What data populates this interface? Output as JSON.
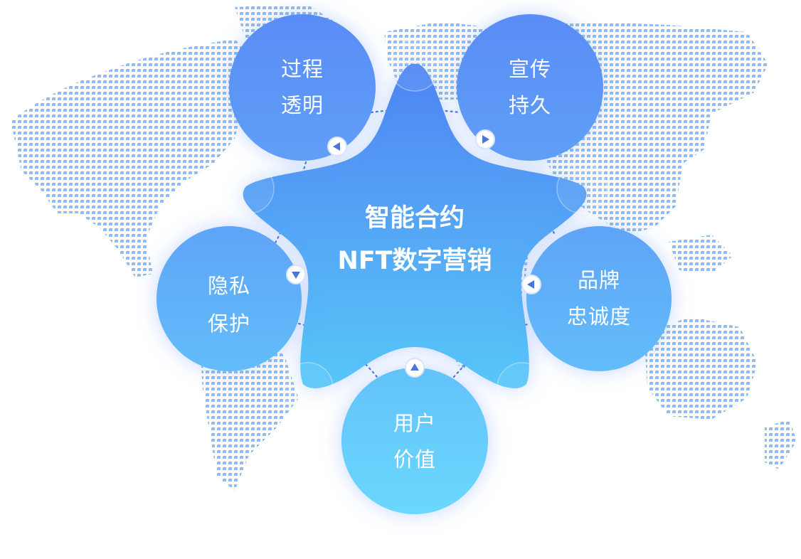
{
  "center": {
    "line1": "智能合约",
    "line2": "NFT数字营销"
  },
  "nodes": [
    {
      "id": "process-transparency",
      "line1": "过程",
      "line2": "透明",
      "arrow": "left"
    },
    {
      "id": "lasting-promotion",
      "line1": "宣传",
      "line2": "持久",
      "arrow": "right"
    },
    {
      "id": "privacy-protection",
      "line1": "隐私",
      "line2": "保护",
      "arrow": "down"
    },
    {
      "id": "brand-loyalty",
      "line1": "品牌",
      "line2": "忠诚度",
      "arrow": "left"
    },
    {
      "id": "user-value",
      "line1": "用户",
      "line2": "价值",
      "arrow": "up"
    }
  ],
  "colors": {
    "map_dots": "#6aa6ee",
    "circle_top": "#5b8ef5",
    "circle_bottom": "#6fd0fb",
    "star_top": "#4f84f3",
    "star_bottom": "#58c7f8",
    "connector": "#4a74d8"
  }
}
